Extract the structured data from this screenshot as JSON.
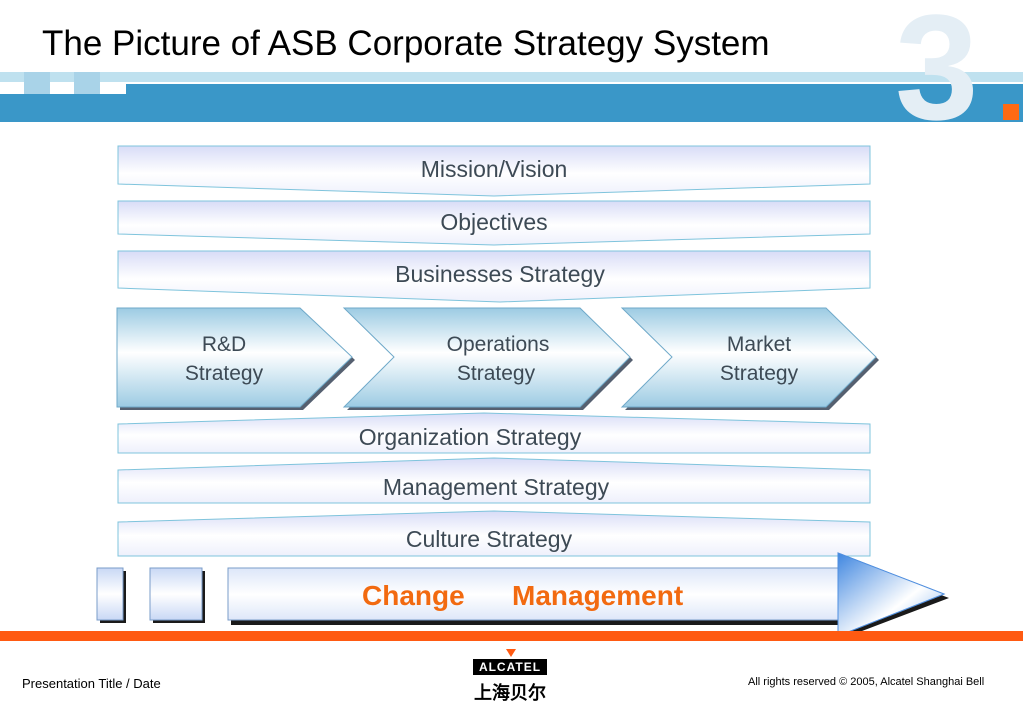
{
  "header": {
    "title": "The Picture of ASB Corporate Strategy System",
    "slide_number": "3",
    "band_light_color": "#bfe1ef",
    "band_dark_color": "#3a97c8"
  },
  "diagram": {
    "layers_top": [
      {
        "label": "Mission/Vision"
      },
      {
        "label": "Objectives"
      },
      {
        "label": "Businesses Strategy"
      }
    ],
    "chevrons": [
      {
        "line1": "R&D",
        "line2": "Strategy"
      },
      {
        "line1": "Operations",
        "line2": "Strategy"
      },
      {
        "line1": "Market",
        "line2": "Strategy"
      }
    ],
    "layers_bottom": [
      {
        "label": "Organization Strategy"
      },
      {
        "label": "Management Strategy"
      },
      {
        "label": "Culture Strategy"
      }
    ],
    "change_arrow": {
      "word1": "Change",
      "word2": "Management",
      "text_color": "#f26a10"
    }
  },
  "footer": {
    "left_text": "Presentation Title  / Date",
    "right_text": "All rights reserved © 2005, Alcatel Shanghai Bell",
    "logo_text": "ALCATEL",
    "logo_cn": "上海贝尔",
    "accent_color": "#ff5a12"
  }
}
